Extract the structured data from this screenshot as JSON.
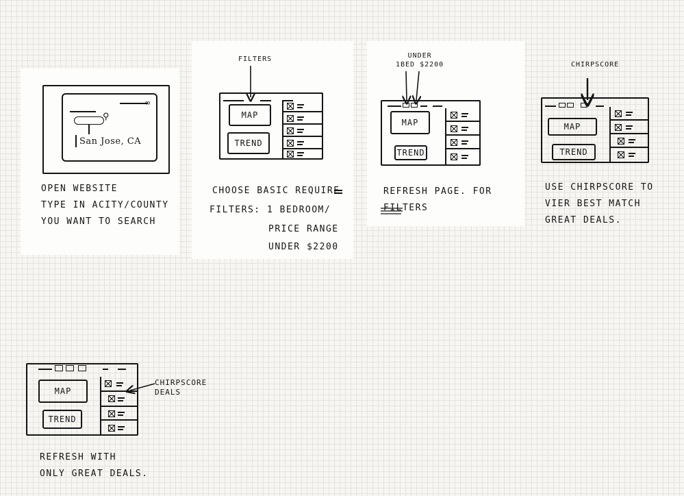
{
  "frames": [
    {
      "search_text": "San Jose, CA",
      "caption": "OPEN WEBSITE\nTYPE IN ACITY/COUNTY\nYOU WANT TO SEARCH"
    },
    {
      "callout": "FILTERS",
      "map_label": "MAP",
      "trend_label": "TREND",
      "caption_lines": [
        "CHOOSE BASIC REQUIRE",
        "FILTERS: 1 BEDROOM/",
        "PRICE RANGE",
        "UNDER $2200"
      ]
    },
    {
      "callout": "UNDER\n1BED $2200",
      "map_label": "MAP",
      "trend_label": "TREND",
      "caption": "REFRESH PAGE. FOR\nFILTERS"
    },
    {
      "callout": "CHIRPSCORE",
      "map_label": "MAP",
      "trend_label": "TREND",
      "caption": "USE CHIRPSCORE TO\nVIER BEST MATCH\nGREAT DEALS."
    },
    {
      "callout": "CHIRPSCORE\nDEALS",
      "map_label": "MAP",
      "trend_label": "TREND",
      "caption": "REFRESH WITH\nONLY GREAT DEALS."
    }
  ]
}
